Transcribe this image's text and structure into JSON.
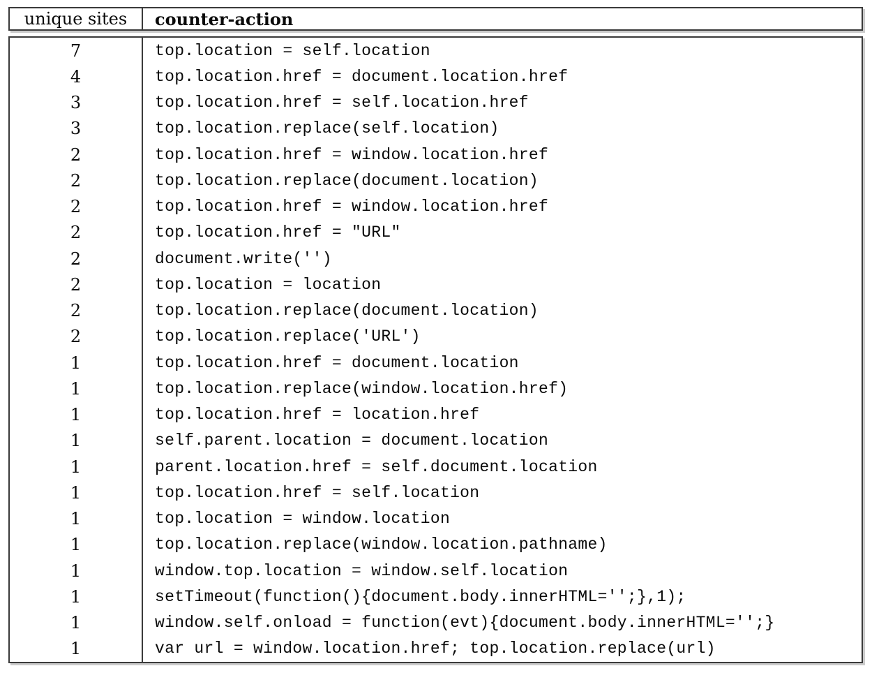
{
  "page": {
    "background_color": "#ffffff",
    "text_color": "#0a0a0a",
    "border_color": "#3a3a3a"
  },
  "table": {
    "header": {
      "unique_sites_label": "unique sites",
      "counter_action_label": "counter-action"
    },
    "rows": [
      {
        "unique_sites": "7",
        "counter_action": "top.location = self.location"
      },
      {
        "unique_sites": "4",
        "counter_action": "top.location.href = document.location.href"
      },
      {
        "unique_sites": "3",
        "counter_action": "top.location.href = self.location.href"
      },
      {
        "unique_sites": "3",
        "counter_action": "top.location.replace(self.location)"
      },
      {
        "unique_sites": "2",
        "counter_action": "top.location.href = window.location.href"
      },
      {
        "unique_sites": "2",
        "counter_action": "top.location.replace(document.location)"
      },
      {
        "unique_sites": "2",
        "counter_action": "top.location.href = window.location.href"
      },
      {
        "unique_sites": "2",
        "counter_action": "top.location.href = \"URL\""
      },
      {
        "unique_sites": "2",
        "counter_action": "document.write('')"
      },
      {
        "unique_sites": "2",
        "counter_action": "top.location = location"
      },
      {
        "unique_sites": "2",
        "counter_action": "top.location.replace(document.location)"
      },
      {
        "unique_sites": "2",
        "counter_action": "top.location.replace('URL')"
      },
      {
        "unique_sites": "1",
        "counter_action": "top.location.href = document.location"
      },
      {
        "unique_sites": "1",
        "counter_action": "top.location.replace(window.location.href)"
      },
      {
        "unique_sites": "1",
        "counter_action": "top.location.href = location.href"
      },
      {
        "unique_sites": "1",
        "counter_action": "self.parent.location = document.location"
      },
      {
        "unique_sites": "1",
        "counter_action": "parent.location.href = self.document.location"
      },
      {
        "unique_sites": "1",
        "counter_action": "top.location.href = self.location"
      },
      {
        "unique_sites": "1",
        "counter_action": "top.location = window.location"
      },
      {
        "unique_sites": "1",
        "counter_action": "top.location.replace(window.location.pathname)"
      },
      {
        "unique_sites": "1",
        "counter_action": "window.top.location = window.self.location"
      },
      {
        "unique_sites": "1",
        "counter_action": "setTimeout(function(){document.body.innerHTML='';},1);"
      },
      {
        "unique_sites": "1",
        "counter_action": "window.self.onload = function(evt){document.body.innerHTML='';}"
      },
      {
        "unique_sites": "1",
        "counter_action": "var url = window.location.href; top.location.replace(url)"
      }
    ]
  }
}
